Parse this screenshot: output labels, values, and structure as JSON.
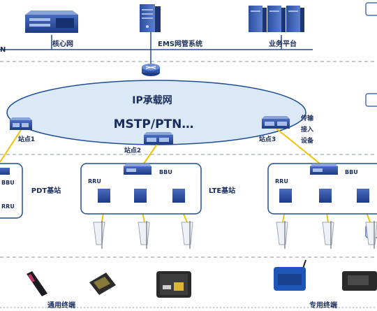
{
  "top": {
    "left_text": "N",
    "core_network": "核心网",
    "ems": "EMS网管系统",
    "service_platform": "业务平台"
  },
  "ip_network": {
    "title": "IP承载网",
    "subtitle": "MSTP/PTN…"
  },
  "sites": {
    "site1": "站点1",
    "site2": "站点2",
    "site3": "站点3",
    "transport_device": [
      "传输",
      "接入",
      "设备"
    ]
  },
  "stations": {
    "pdt_label": "PDT基站",
    "pdt_bbu": "BBU",
    "pdt_rru": "RRU",
    "lte_label": "LTE基站",
    "lte_bbu": "BBU",
    "lte_rru": "RRU",
    "right_bbu": "BBU",
    "right_rru": "RRU"
  },
  "terminals": {
    "general": "通用终端",
    "dedicated": "专用终端"
  },
  "colors": {
    "ellipse_fill": "#dbe8f6",
    "line": "#1f4e96",
    "link": "#f2c200",
    "dash": "#8a96a8"
  }
}
